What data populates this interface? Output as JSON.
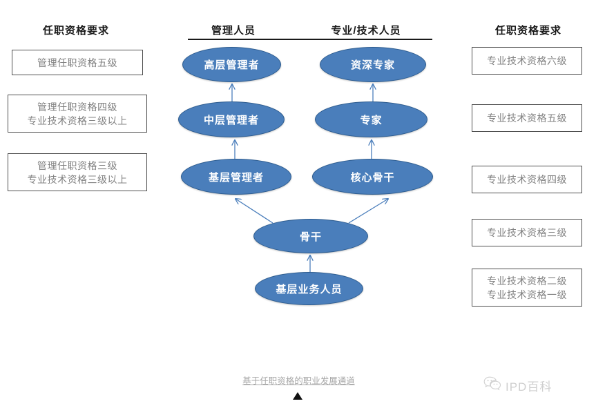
{
  "headers": {
    "left": "任职资格要求",
    "management": "管理人员",
    "technical": "专业/技术人员",
    "right": "任职资格要求"
  },
  "left_boxes": [
    {
      "lines": [
        "管理任职资格五级"
      ]
    },
    {
      "lines": [
        "管理任职资格四级",
        "专业技术资格三级以上"
      ]
    },
    {
      "lines": [
        "管理任职资格三级",
        "专业技术资格三级以上"
      ]
    }
  ],
  "right_boxes": [
    {
      "lines": [
        "专业技术资格六级"
      ]
    },
    {
      "lines": [
        "专业技术资格五级"
      ]
    },
    {
      "lines": [
        "专业技术资格四级"
      ]
    },
    {
      "lines": [
        "专业技术资格三级"
      ]
    },
    {
      "lines": [
        "专业技术资格二级",
        "专业技术资格一级"
      ]
    }
  ],
  "nodes": {
    "top_manager": "高层管理者",
    "middle_manager": "中层管理者",
    "base_manager": "基层管理者",
    "senior_expert": "资深专家",
    "expert": "专家",
    "core_backbone": "核心骨干",
    "backbone": "骨干",
    "junior_staff": "基层业务人员"
  },
  "footer": {
    "caption": "基于任职资格的职业发展通道",
    "watermark_text": "IPD百科"
  },
  "colors": {
    "node_fill": "#4a7ebb",
    "node_border": "#2d5c8f",
    "node_text": "#ffffff",
    "box_border": "#4d4d4d",
    "box_text": "#808080",
    "header_text": "#1a1a1a",
    "arrow": "#4a7ebb",
    "caption_text": "#a8a8a8",
    "watermark": "#cfcfcf"
  }
}
